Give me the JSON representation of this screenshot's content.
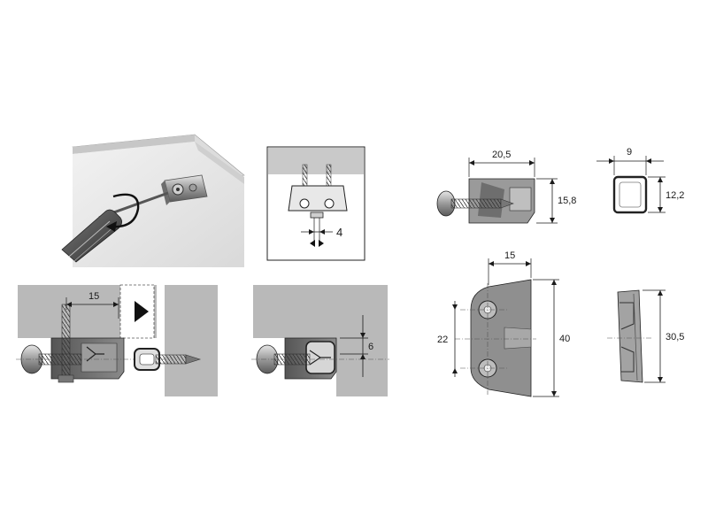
{
  "colors": {
    "panel_light": "#ececec",
    "panel_mid": "#bdbdbd",
    "panel_dark": "#a6a6a6",
    "part_dark": "#6f6f6f",
    "part_mid": "#8c8c8c",
    "line": "#1a1a1a"
  },
  "icons": {
    "rotation": "rotation-arrow-icon",
    "play": "play-arrow-icon",
    "adjust": "double-arrow-icon"
  },
  "dimensions": {
    "detail_adjust": "4",
    "assembly_screw_offset": "15",
    "assembly_gap": "6",
    "side_width": "20,5",
    "side_height": "15,8",
    "front_width": "15",
    "front_hole_spacing": "22",
    "front_height": "40",
    "clip_width": "9",
    "clip_height": "12,2",
    "clip_side_height": "30,5"
  }
}
